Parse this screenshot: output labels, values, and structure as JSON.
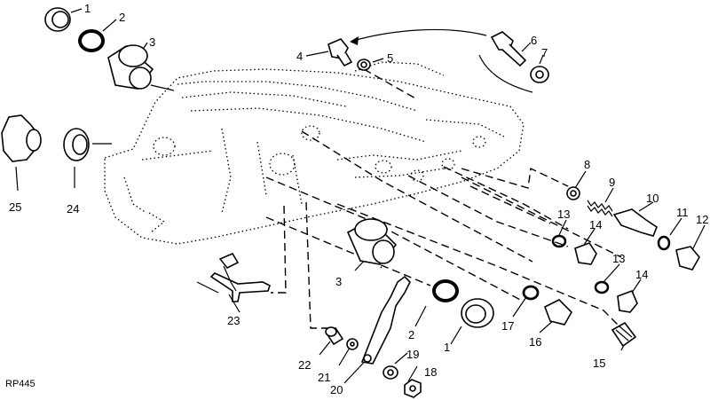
{
  "figure_code": "RP445",
  "callouts": [
    {
      "id": "c1a",
      "text": "1"
    },
    {
      "id": "c2a",
      "text": "2"
    },
    {
      "id": "c3a",
      "text": "3"
    },
    {
      "id": "c4",
      "text": "4"
    },
    {
      "id": "c5",
      "text": "5"
    },
    {
      "id": "c6",
      "text": "6"
    },
    {
      "id": "c7",
      "text": "7"
    },
    {
      "id": "c8",
      "text": "8"
    },
    {
      "id": "c9",
      "text": "9"
    },
    {
      "id": "c10",
      "text": "10"
    },
    {
      "id": "c11",
      "text": "11"
    },
    {
      "id": "c12",
      "text": "12"
    },
    {
      "id": "c13a",
      "text": "13"
    },
    {
      "id": "c14a",
      "text": "14"
    },
    {
      "id": "c13b",
      "text": "13"
    },
    {
      "id": "c14b",
      "text": "14"
    },
    {
      "id": "c15",
      "text": "15"
    },
    {
      "id": "c16",
      "text": "16"
    },
    {
      "id": "c17",
      "text": "17"
    },
    {
      "id": "c18",
      "text": "18"
    },
    {
      "id": "c19",
      "text": "19"
    },
    {
      "id": "c20",
      "text": "20"
    },
    {
      "id": "c21",
      "text": "21"
    },
    {
      "id": "c22",
      "text": "22"
    },
    {
      "id": "c23",
      "text": "23"
    },
    {
      "id": "c24",
      "text": "24"
    },
    {
      "id": "c25",
      "text": "25"
    },
    {
      "id": "c3b",
      "text": "3"
    },
    {
      "id": "c2b",
      "text": "2"
    },
    {
      "id": "c1b",
      "text": "1"
    }
  ]
}
